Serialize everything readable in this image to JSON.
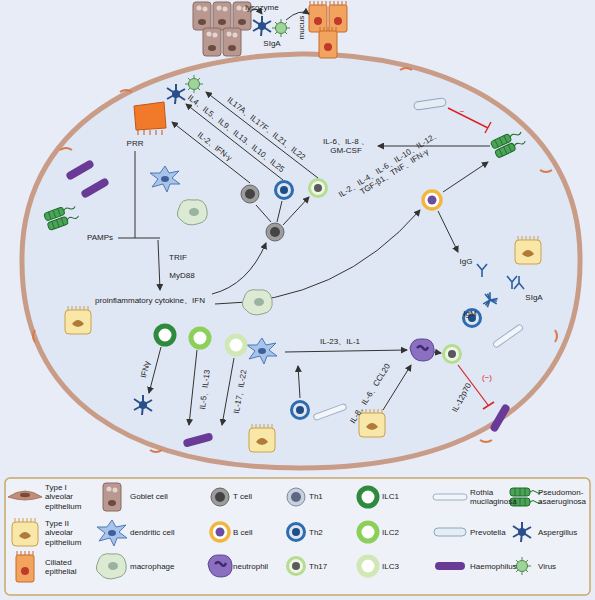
{
  "diagram": {
    "labels": [
      "lysozyme",
      "SIgA",
      "mucus",
      "IL17A、IL17F、IL21、IL22",
      "IL4、IL5、IL9、IL13、IL10、IL25",
      "IL-2、IFN-γ",
      "IL-6、IL-8 、GM-CSF",
      "−",
      "PRR",
      "PAMPs",
      "TRIF",
      "MyD88",
      "proinflammatory cytokine、IFN",
      "IL-2、IL-4、IL-6、IL-10、IL-12、TGF-β1、TNF、IFN-γ",
      "IgG",
      "IgM",
      "SIgA",
      "IFNγ",
      "IL-5、IL-13",
      "IL-17、IL-22",
      "IL-23、IL-1",
      "IL-8、IL-6、CCL20",
      "IL-12p70",
      "(−)"
    ],
    "legend": [
      {
        "text": "Type I alveolar epithelium"
      },
      {
        "text": "Goblet cell"
      },
      {
        "text": "T cell"
      },
      {
        "text": "Th1"
      },
      {
        "text": "ILC1"
      },
      {
        "text": "Rothia mucilaginosa"
      },
      {
        "text": "Pseudomon- asaeruginosa"
      },
      {
        "text": "Type II alveolar epithelium"
      },
      {
        "text": "dendritic cell"
      },
      {
        "text": "B cell"
      },
      {
        "text": "Th2"
      },
      {
        "text": "ILC2"
      },
      {
        "text": "Prevotella"
      },
      {
        "text": "Aspergillus"
      },
      {
        "text": "Ciliated epithelial"
      },
      {
        "text": "macrophage"
      },
      {
        "text": "neutrophil"
      },
      {
        "text": "Th17"
      },
      {
        "text": "ILC3"
      },
      {
        "text": "Haemophilus"
      },
      {
        "text": "Virus"
      }
    ]
  }
}
